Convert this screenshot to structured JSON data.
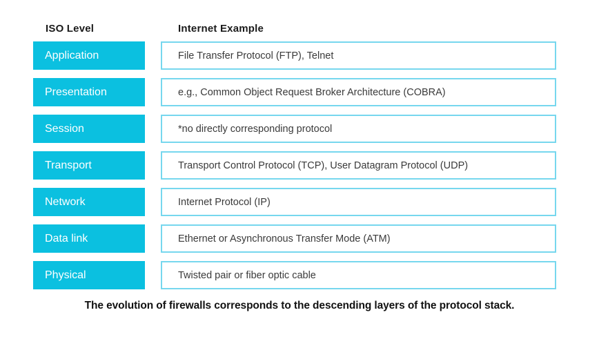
{
  "header": {
    "iso_level": "ISO Level",
    "internet_example": "Internet Example"
  },
  "rows": [
    {
      "level": "Application",
      "example": "File Transfer Protocol (FTP), Telnet"
    },
    {
      "level": "Presentation",
      "example": "e.g., Common Object Request Broker Architecture (COBRA)"
    },
    {
      "level": "Session",
      "example": "*no directly corresponding protocol"
    },
    {
      "level": "Transport",
      "example": "Transport Control Protocol (TCP), User Datagram Protocol (UDP)"
    },
    {
      "level": "Network",
      "example": "Internet Protocol (IP)"
    },
    {
      "level": "Data link",
      "example": "Ethernet or Asynchronous Transfer Mode (ATM)"
    },
    {
      "level": "Physical",
      "example": "Twisted pair or fiber optic cable"
    }
  ],
  "caption": "The evolution of firewalls corresponds to the descending layers of the protocol stack.",
  "colors": {
    "level_fill": "#0bc0e0",
    "level_text": "#ffffff",
    "example_border": "#76d7ee",
    "example_text": "#3a3a3a",
    "header_text": "#1a1a1a",
    "caption_text": "#111111"
  }
}
